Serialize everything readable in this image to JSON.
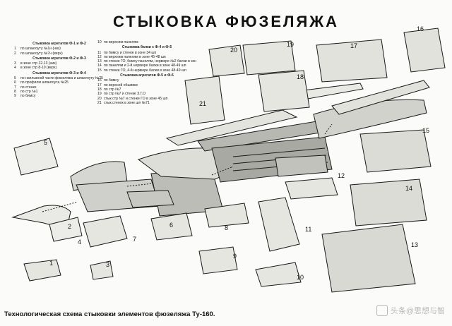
{
  "title": "СТЫКОВКА ФЮЗЕЛЯЖА",
  "legend_left": {
    "groups": [
      {
        "heading": "Стыковка агрегатов Ф-1 и Ф-2",
        "items": [
          {
            "n": "1",
            "text": "по шпангоуту №1н (низ)"
          },
          {
            "n": "2",
            "text": "по шпангоуту №7н (верх)"
          }
        ]
      },
      {
        "heading": "Стыковка агрегатов Ф-2 и Ф-3",
        "items": [
          {
            "n": "3",
            "text": "в зоне стр 12-13 (низ)"
          },
          {
            "n": "4",
            "text": "в зоне стр 8-10 (верх)"
          }
        ]
      },
      {
        "heading": "Стыковка агрегатов Ф-3 и Ф-4",
        "items": [
          {
            "n": "5",
            "text": "по наплывной части фюзеляжа и шпангоуту №25"
          },
          {
            "n": "6",
            "text": "по профилю шпангоута №25"
          },
          {
            "n": "7",
            "text": "по стенке"
          },
          {
            "n": "8",
            "text": "по стр №1"
          },
          {
            "n": "9",
            "text": "по бимсу"
          }
        ]
      }
    ]
  },
  "legend_mid": {
    "groups": [
      {
        "heading": "",
        "items": [
          {
            "n": "10",
            "text": "по верхним панелям"
          }
        ]
      },
      {
        "heading": "Стыковка балки с Ф-4 и Ф-5",
        "items": [
          {
            "n": "11",
            "text": "по бимсу и стенке в зоне 34 шп"
          },
          {
            "n": "12",
            "text": "по верхним панелям в зоне 45-48 шп"
          },
          {
            "n": "13",
            "text": "по стенке ГО, бимсу панелям, нервюре №2 балки в зоне 48-49 шп"
          },
          {
            "n": "14",
            "text": "по панелям и 2-й нервюре балки в зоне 48-49 шп"
          },
          {
            "n": "15",
            "text": "по стенке ГО, 4-й нервюре балки в зоне 48-49 шп"
          }
        ]
      },
      {
        "heading": "Стыковка агрегатов Ф-5 и Ф-6",
        "items": [
          {
            "n": "16",
            "text": "по бимсу"
          },
          {
            "n": "17",
            "text": "по верхней обшивке"
          },
          {
            "n": "18",
            "text": "по стр №7"
          },
          {
            "n": "19",
            "text": "по стр №7 и стенке З.Г.О"
          },
          {
            "n": "20",
            "text": "стык стр №7 и стенке ГО в зоне 45 шп"
          },
          {
            "n": "21",
            "text": "стык стенок в зоне шп №71"
          }
        ]
      }
    ]
  },
  "callouts": [
    "1",
    "2",
    "3",
    "4",
    "5",
    "6",
    "7",
    "8",
    "9",
    "10",
    "11",
    "12",
    "13",
    "14",
    "15",
    "16",
    "17",
    "18",
    "19",
    "20",
    "21"
  ],
  "caption": "Технологическая схема стыковки элементов фюзеляжа Ту-160.",
  "watermark": "头条@思想与智"
}
